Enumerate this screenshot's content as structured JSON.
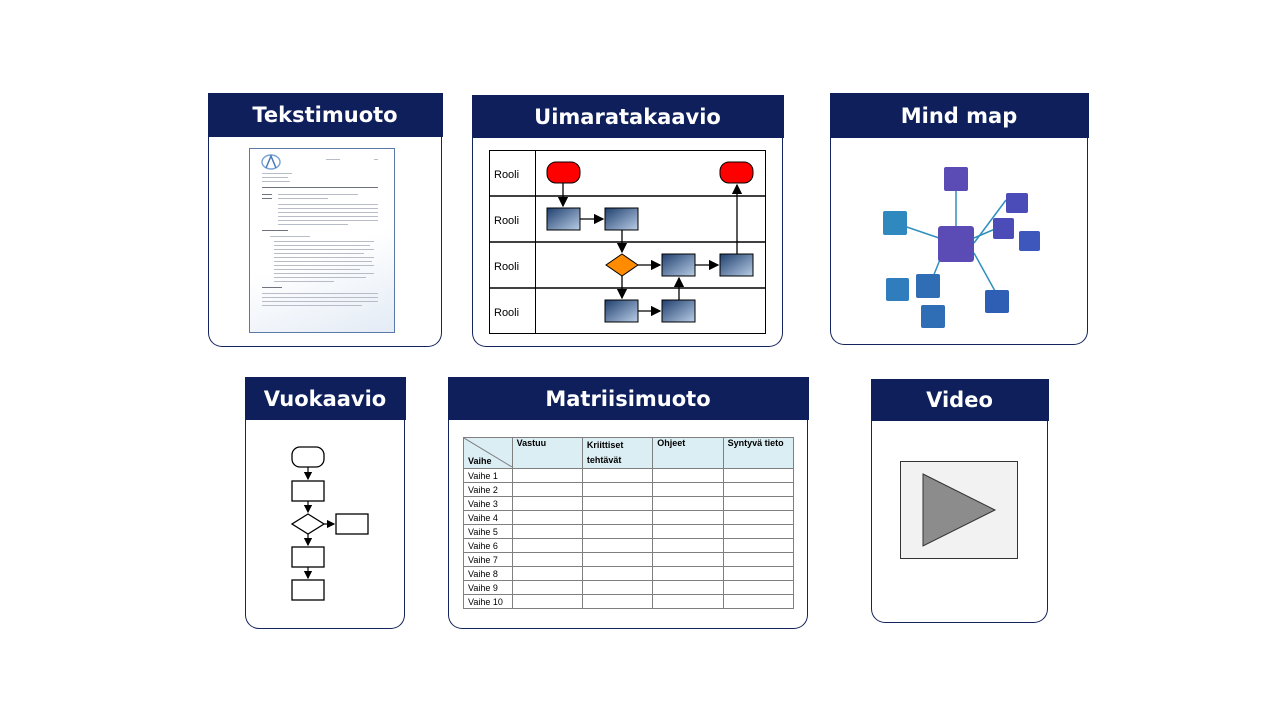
{
  "cards": {
    "text": {
      "title": "Tekstimuoto"
    },
    "swimlane": {
      "title": "Uimaratakaavio",
      "lanes": [
        "Rooli",
        "Rooli",
        "Rooli",
        "Rooli"
      ]
    },
    "mindmap": {
      "title": "Mind map"
    },
    "flow": {
      "title": "Vuokaavio"
    },
    "matrix": {
      "title": "Matriisimuoto",
      "corner_label": "Vaihe",
      "headers": [
        "Vastuu",
        "Kriittiset tehtävät",
        "Ohjeet",
        "Syntyvä tieto"
      ],
      "rows": [
        "Vaihe 1",
        "Vaihe 2",
        "Vaihe 3",
        "Vaihe 4",
        "Vaihe 5",
        "Vaihe 6",
        "Vaihe 7",
        "Vaihe 8",
        "Vaihe 9",
        "Vaihe 10"
      ]
    },
    "video": {
      "title": "Video"
    }
  },
  "colors": {
    "header": "#0e1f5b",
    "terminal_red": "#ff0000",
    "decision_orange": "#ff8c00",
    "process_blue": "#3a5f8f",
    "mind_purple": "#5b4bb5",
    "mind_blue": "#2f6db5",
    "table_header": "#dbeef4"
  }
}
